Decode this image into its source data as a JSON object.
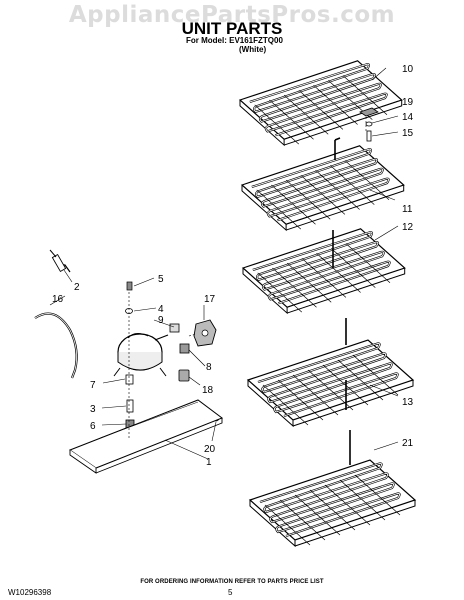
{
  "watermark": "AppliancePartsPros.com",
  "header": {
    "title": "UNIT PARTS",
    "model_line": "For Model: EV161FZTQ00",
    "color": "(White)"
  },
  "callouts": [
    "10",
    "19",
    "14",
    "15",
    "11",
    "12",
    "13",
    "21",
    "2",
    "16",
    "5",
    "4",
    "9",
    "17",
    "7",
    "8",
    "18",
    "3",
    "6",
    "20",
    "1"
  ],
  "footer": {
    "note": "FOR ORDERING INFORMATION REFER TO PARTS PRICE LIST",
    "part_number": "W10296398",
    "page": "5"
  }
}
